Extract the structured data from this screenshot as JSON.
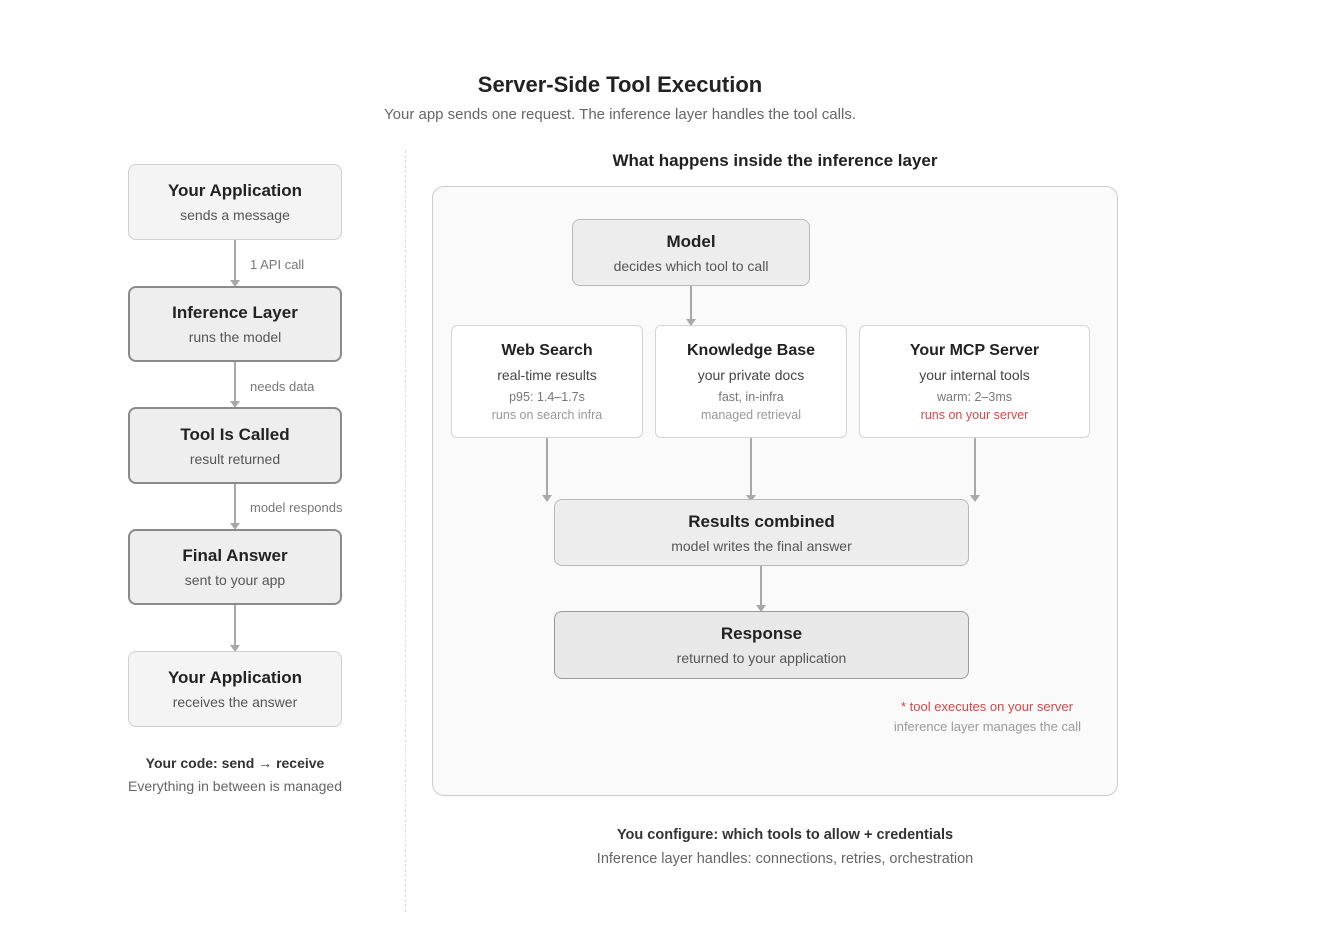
{
  "header": {
    "title": "Server-Side Tool Execution",
    "subtitle": "Your app sends one request. The inference layer handles the tool calls."
  },
  "left_flow": {
    "nodes": [
      {
        "title": "Your Application",
        "subtitle": "sends a message"
      },
      {
        "title": "Inference Layer",
        "subtitle": "runs the model"
      },
      {
        "title": "Tool Is Called",
        "subtitle": "result returned"
      },
      {
        "title": "Final Answer",
        "subtitle": "sent to your app"
      },
      {
        "title": "Your Application",
        "subtitle": "receives the answer"
      }
    ],
    "edge_labels": [
      "1 API call",
      "needs data",
      "model responds"
    ],
    "note_bold": "Your code: send → receive",
    "note": "Everything in between is managed"
  },
  "panel": {
    "heading": "What happens inside the inference layer",
    "model": {
      "title": "Model",
      "subtitle": "decides which tool to call"
    },
    "tools": [
      {
        "title": "Web Search",
        "subtitle": "real-time results",
        "metric": "p95: 1.4–1.7s",
        "note": "runs on search infra"
      },
      {
        "title": "Knowledge Base",
        "subtitle": "your private docs",
        "metric": "fast, in-infra",
        "note": "managed retrieval"
      },
      {
        "title": "Your MCP Server",
        "subtitle": "your internal tools",
        "metric": "warm: 2–3ms",
        "note": "runs on your server"
      }
    ],
    "combined": {
      "title": "Results combined",
      "subtitle": "model writes the final answer"
    },
    "response": {
      "title": "Response",
      "subtitle": "returned to your application"
    },
    "footnote_red": "* tool executes on your server",
    "footnote": "inference layer manages the call"
  },
  "footer": {
    "line1": "You configure: which tools to allow + credentials",
    "line2": "Inference layer handles: connections, retries, orchestration"
  },
  "colors": {
    "accent_red": "#d24a4a",
    "connector": "#a8a8a8",
    "box_border_dark": "#8a8a8a"
  }
}
